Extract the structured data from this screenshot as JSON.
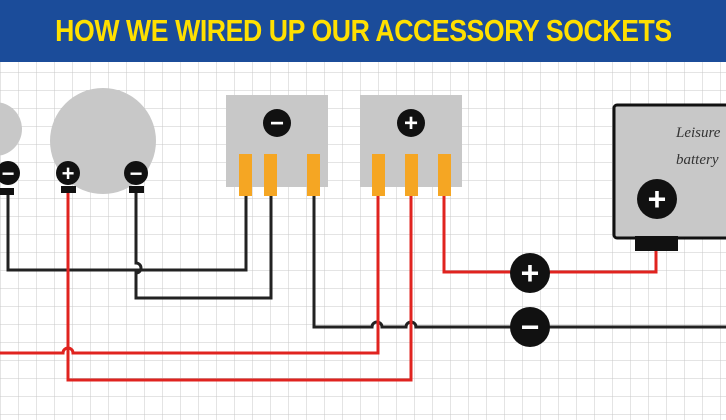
{
  "header": {
    "title": "HOW WE WIRED UP OUR ACCESSORY SOCKETS"
  },
  "battery": {
    "label_line1": "Leisure",
    "label_line2": "battery",
    "terminal_symbol": "+"
  },
  "symbols": {
    "plus": "+",
    "minus": "−"
  },
  "colors": {
    "header_bg": "#1b4c9a",
    "header_text": "#ffe000",
    "grid": "#c9c9c9",
    "component_grey": "#c8c8c8",
    "pin_orange": "#f5a623",
    "wire_positive": "#e0231f",
    "wire_negative": "#222222",
    "terminal_black": "#111111"
  }
}
